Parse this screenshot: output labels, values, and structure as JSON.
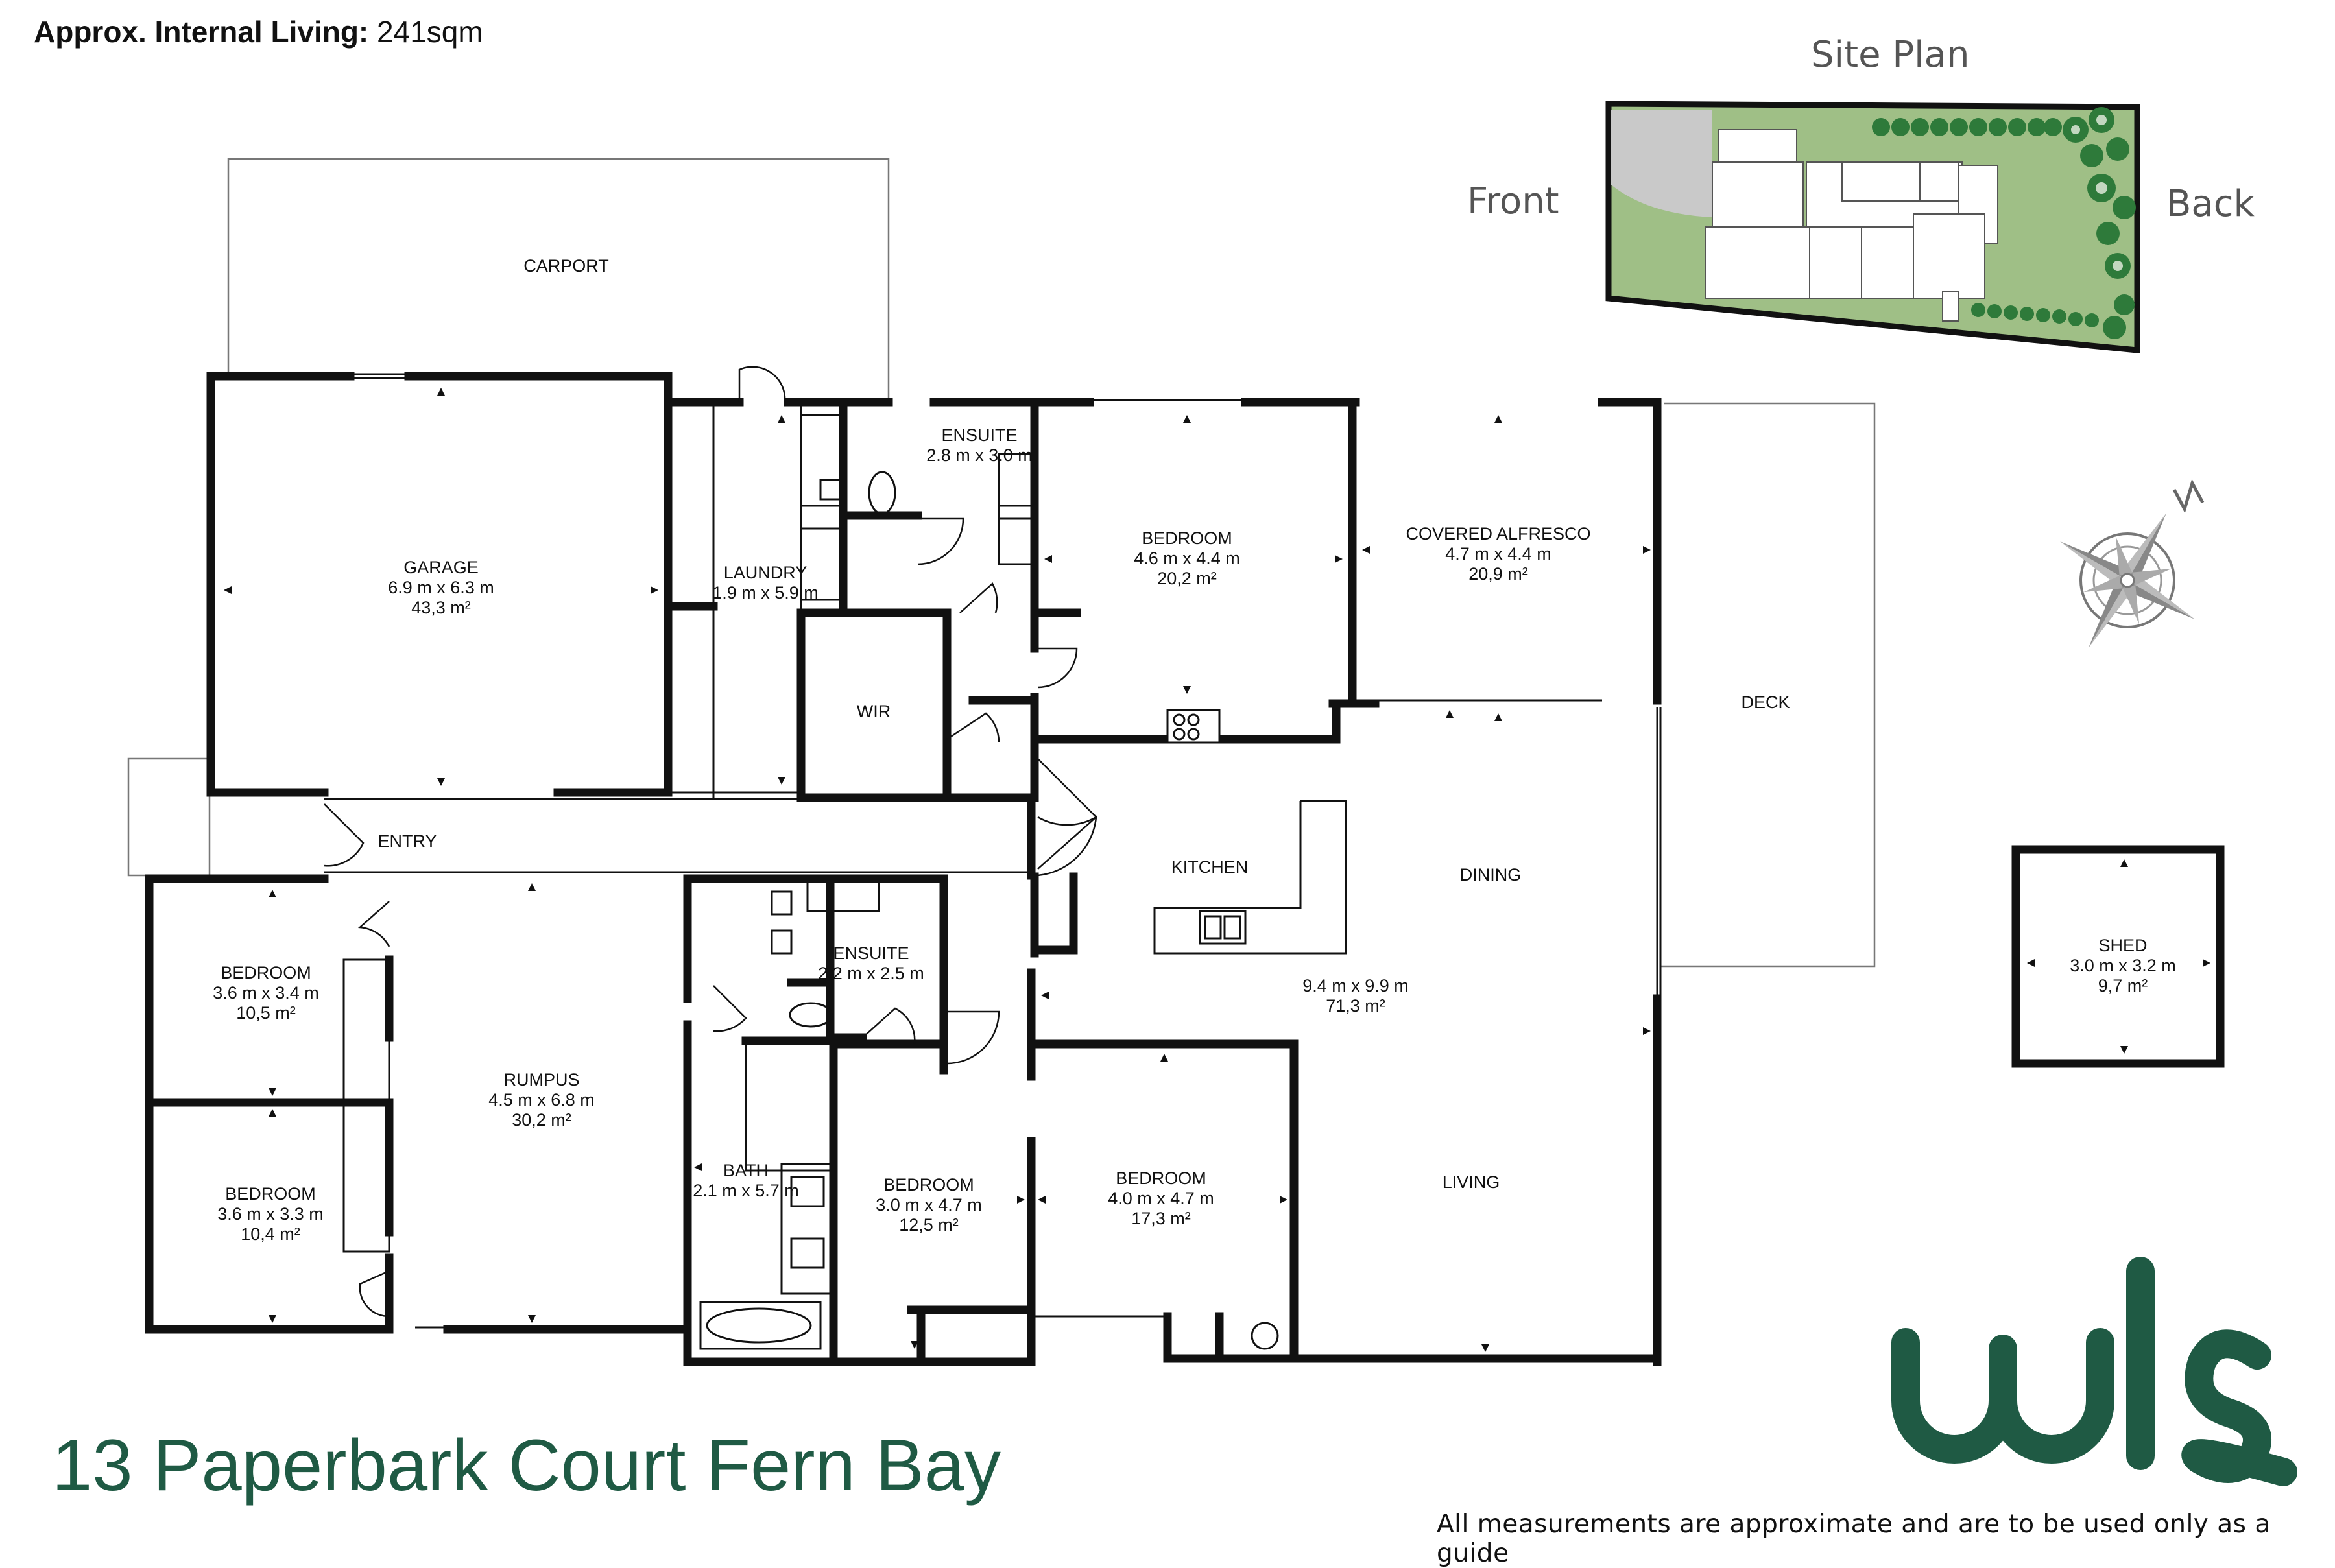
{
  "header": {
    "label": "Approx. Internal Living:",
    "value": "241sqm"
  },
  "site_plan": {
    "title": "Site Plan",
    "front": "Front",
    "back": "Back"
  },
  "rooms": {
    "carport": {
      "name": "CARPORT"
    },
    "garage": {
      "name": "GARAGE",
      "dims": "6.9 m x 6.3 m",
      "area": "43,3 m²"
    },
    "laundry": {
      "name": "LAUNDRY",
      "dims": "1.9 m x 5.9 m"
    },
    "ensuite_1": {
      "name": "ENSUITE",
      "dims": "2.8 m x 3.0 m"
    },
    "bedroom_main": {
      "name": "BEDROOM",
      "dims": "4.6 m x 4.4 m",
      "area": "20,2 m²"
    },
    "alfresco": {
      "name": "COVERED ALFRESCO",
      "dims": "4.7 m x 4.4 m",
      "area": "20,9 m²"
    },
    "wir": {
      "name": "WIR"
    },
    "deck": {
      "name": "DECK"
    },
    "entry": {
      "name": "ENTRY"
    },
    "kitchen": {
      "name": "KITCHEN"
    },
    "dining": {
      "name": "DINING"
    },
    "open_plan": {
      "dims": "9.4 m x 9.9 m",
      "area": "71,3 m²"
    },
    "living": {
      "name": "LIVING"
    },
    "bedroom_a": {
      "name": "BEDROOM",
      "dims": "3.6 m x 3.4 m",
      "area": "10,5 m²"
    },
    "bedroom_b": {
      "name": "BEDROOM",
      "dims": "3.6 m x 3.3 m",
      "area": "10,4 m²"
    },
    "rumpus": {
      "name": "RUMPUS",
      "dims": "4.5 m x 6.8 m",
      "area": "30,2 m²"
    },
    "ensuite_2": {
      "name": "ENSUITE",
      "dims": "2.2 m x 2.5 m"
    },
    "bath": {
      "name": "BATH",
      "dims": "2.1 m x 5.7 m"
    },
    "bedroom_c": {
      "name": "BEDROOM",
      "dims": "3.0 m x 4.7 m",
      "area": "12,5 m²"
    },
    "bedroom_d": {
      "name": "BEDROOM",
      "dims": "4.0 m x 4.7 m",
      "area": "17,3 m²"
    },
    "shed": {
      "name": "SHED",
      "dims": "3.0 m x 3.2 m",
      "area": "9,7 m²"
    }
  },
  "address": "13 Paperbark Court Fern Bay",
  "disclaimer": "All measurements are approximate and are to be used only as a guide",
  "brand": {
    "logo": "wls-logo"
  },
  "colors": {
    "brand_green": "#1f5a44",
    "wall": "#111111",
    "lawn": "#9fbf86",
    "driveway": "#c9c9c9"
  }
}
